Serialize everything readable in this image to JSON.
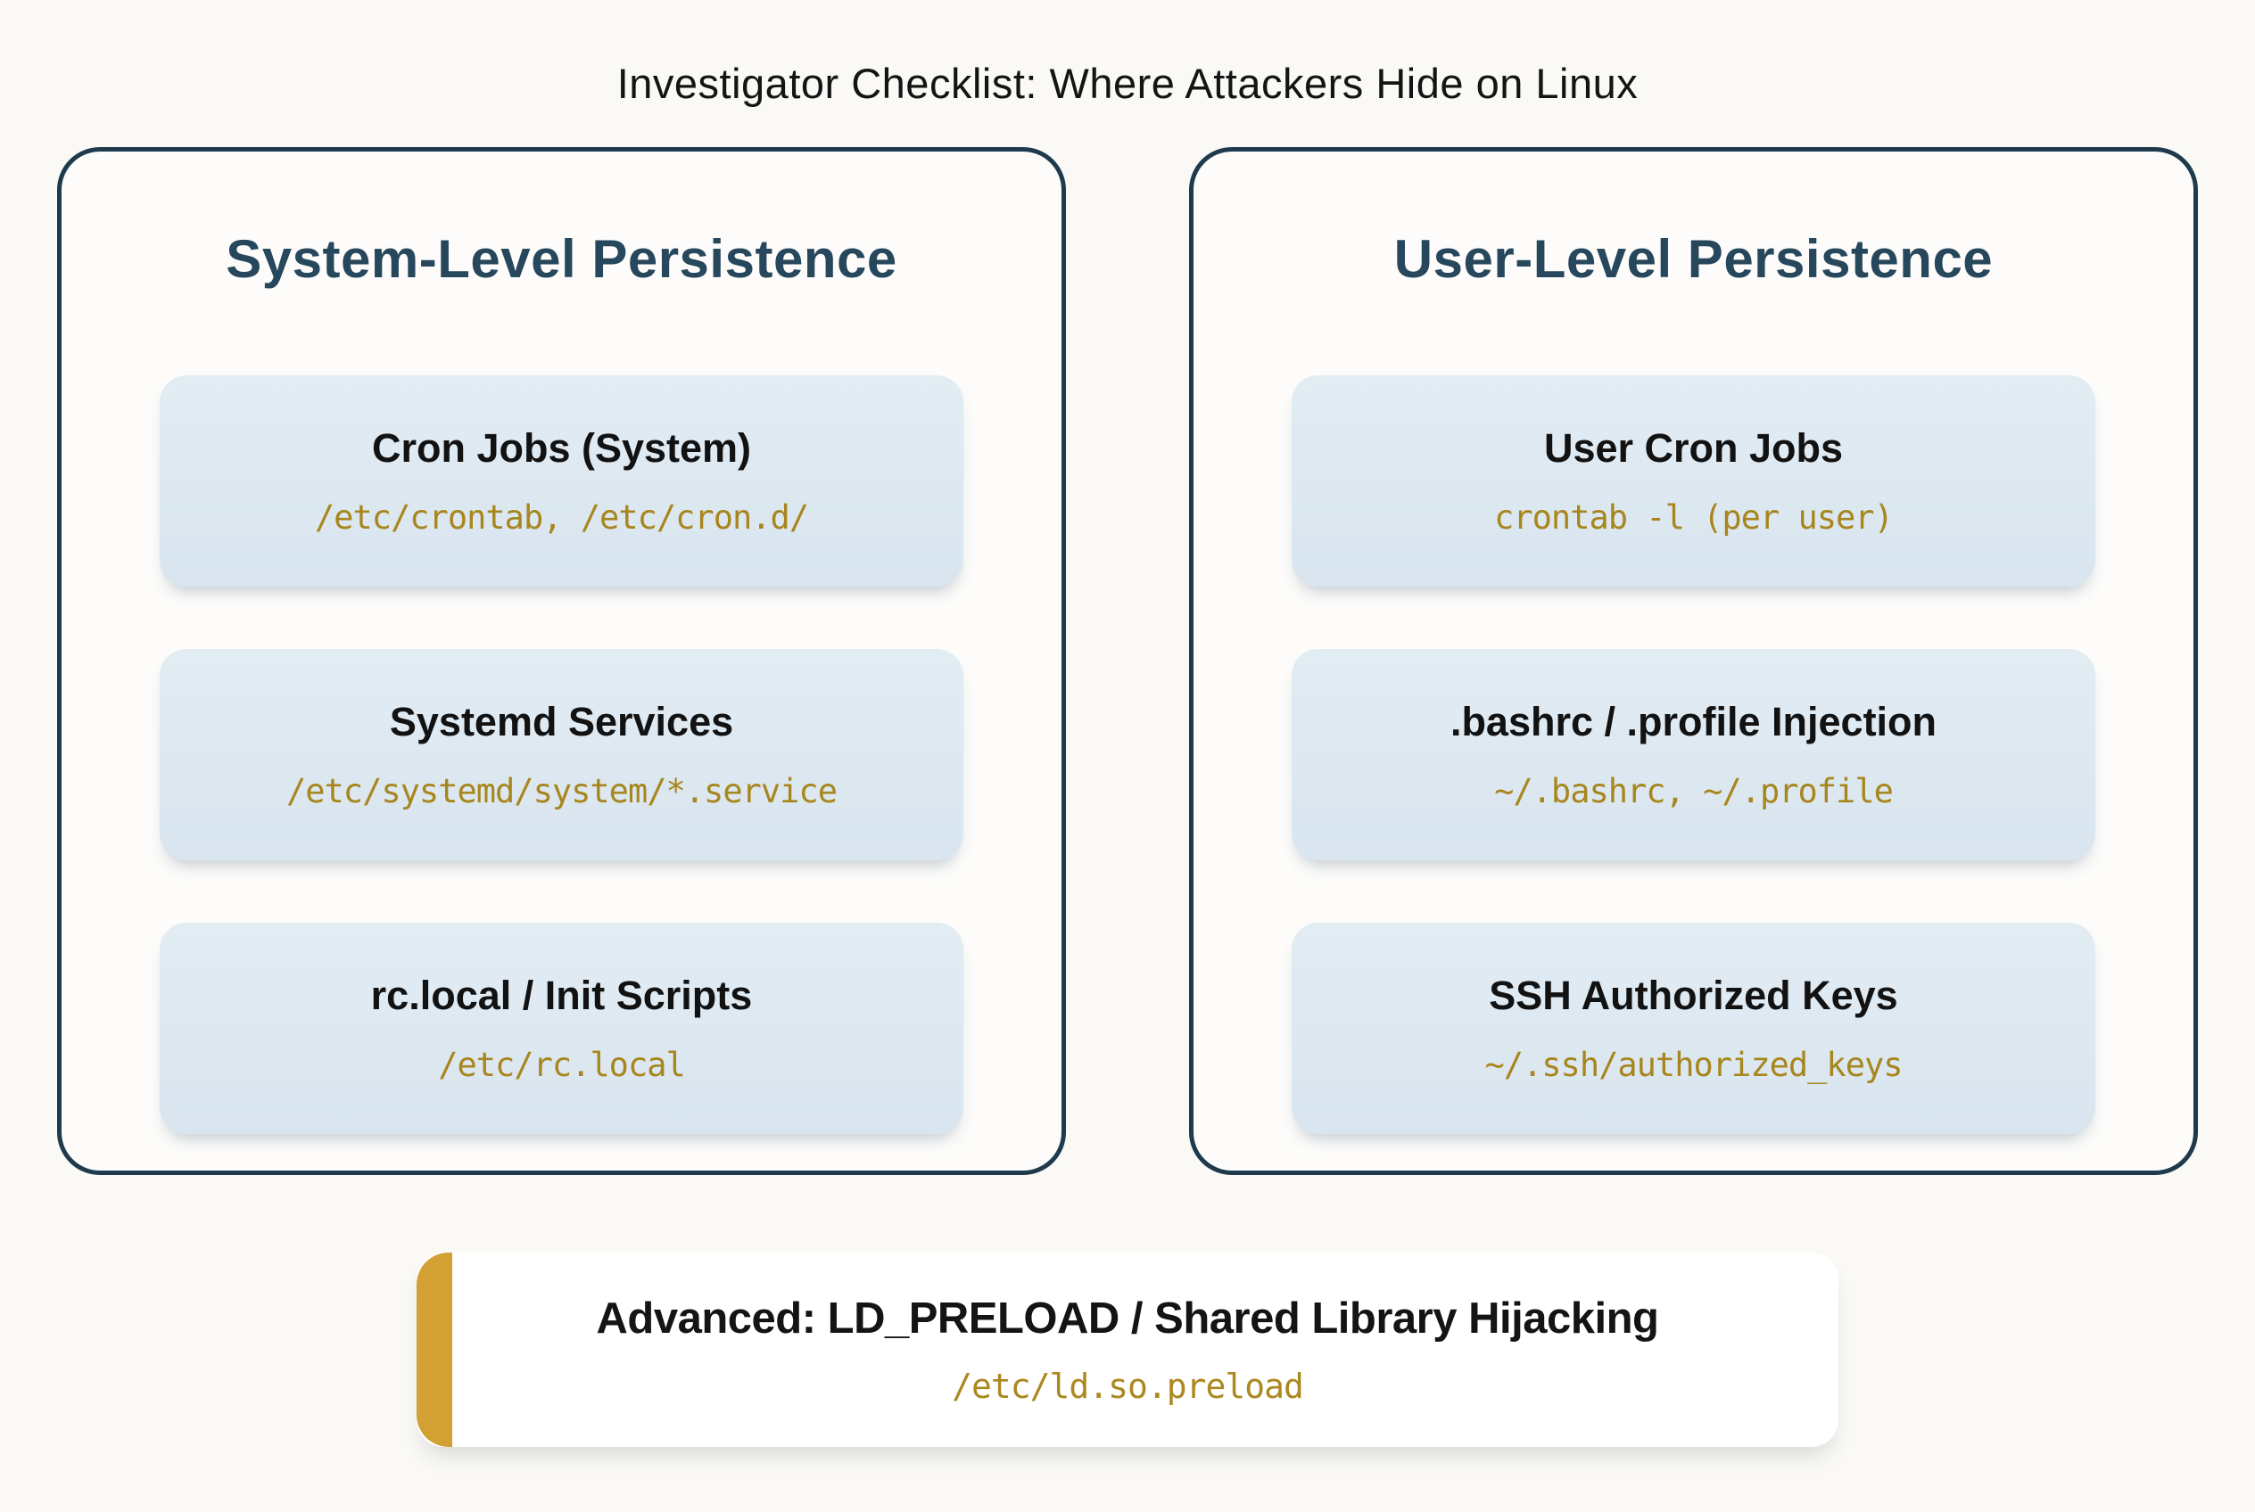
{
  "page": {
    "title": "Investigator Checklist: Where Attackers Hide on Linux",
    "background": "#faf9f6"
  },
  "colors": {
    "panel_border": "#1e3a4c",
    "panel_heading": "#26475c",
    "card_background": "#dbe7f0",
    "card_title_text": "#121212",
    "path_text_gold": "#a8861e",
    "banner_accent_gold": "#d2a033",
    "banner_background": "#ffffff"
  },
  "panels": [
    {
      "heading": "System-Level Persistence",
      "cards": [
        {
          "title": "Cron Jobs (System)",
          "path": "/etc/crontab, /etc/cron.d/"
        },
        {
          "title": "Systemd Services",
          "path": "/etc/systemd/system/*.service"
        },
        {
          "title": "rc.local / Init Scripts",
          "path": "/etc/rc.local"
        }
      ]
    },
    {
      "heading": "User-Level Persistence",
      "cards": [
        {
          "title": "User Cron Jobs",
          "path": "crontab -l (per user)"
        },
        {
          "title": ".bashrc / .profile Injection",
          "path": "~/.bashrc, ~/.profile"
        },
        {
          "title": "SSH Authorized Keys",
          "path": "~/.ssh/authorized_keys"
        }
      ]
    }
  ],
  "banner": {
    "title": "Advanced: LD_PRELOAD / Shared Library Hijacking",
    "path": "/etc/ld.so.preload"
  }
}
